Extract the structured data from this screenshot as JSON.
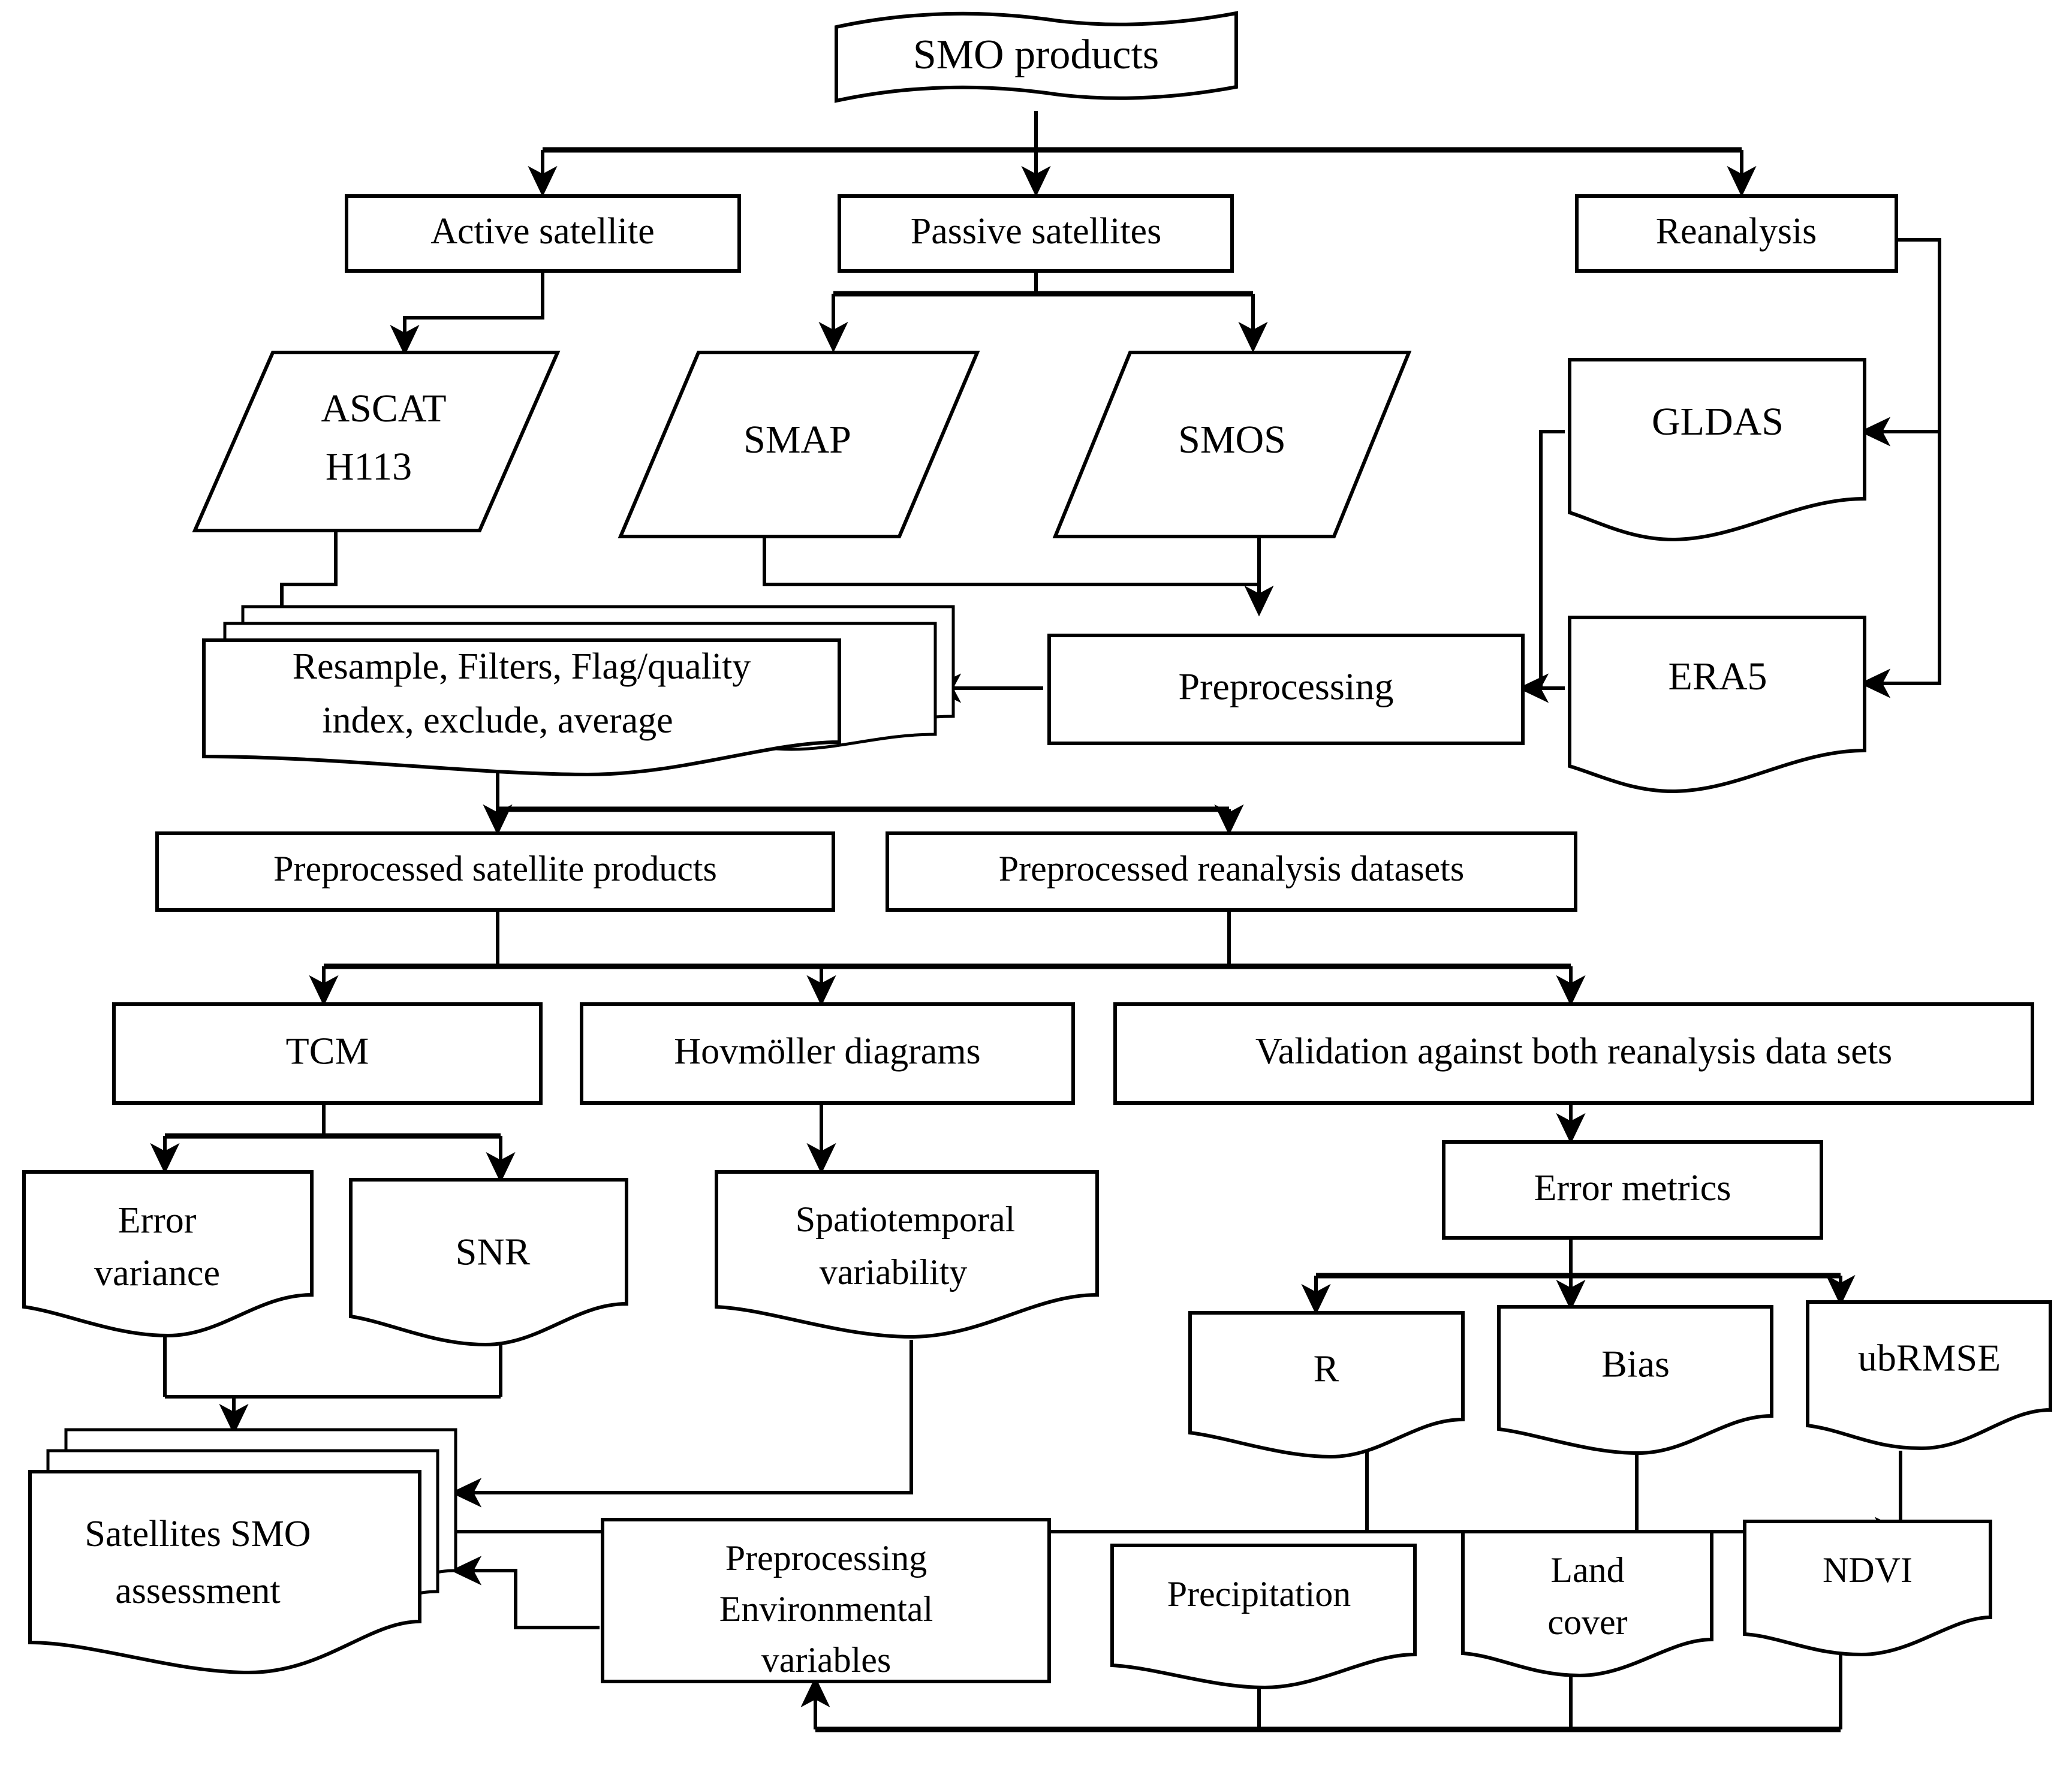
{
  "diagram": {
    "title": "SMO products processing and validation flowchart",
    "colors": {
      "stroke": "#000000",
      "fill": "#ffffff",
      "background": "#ffffff"
    },
    "nodes": {
      "smo_products": "SMO products",
      "active_satellite": "Active satellite",
      "passive_satellites": "Passive satellites",
      "reanalysis": "Reanalysis",
      "ascat_line1": "ASCAT",
      "ascat_line2": "H113",
      "smap": "SMAP",
      "smos": "SMOS",
      "gldas": "GLDAS",
      "era5": "ERA5",
      "resample_line1": "Resample, Filters, Flag/quality",
      "resample_line2": "index, exclude, average",
      "preprocessing": "Preprocessing",
      "preprocessed_satellite": "Preprocessed  satellite products",
      "preprocessed_reanalysis": "Preprocessed reanalysis datasets",
      "tcm": "TCM",
      "hovmoller": "Hovmöller diagrams",
      "validation": "Validation against both reanalysis data sets",
      "error_variance_line1": "Error",
      "error_variance_line2": "variance",
      "snr": "SNR",
      "spatiotemporal_line1": "Spatiotemporal",
      "spatiotemporal_line2": "variability",
      "error_metrics": "Error metrics",
      "r": "R",
      "bias": "Bias",
      "ubrmse": "ubRMSE",
      "satellites_assessment_line1": "Satellites SMO",
      "satellites_assessment_line2": "assessment",
      "preproc_env_line1": "Preprocessing",
      "preproc_env_line2": "Environmental",
      "preproc_env_line3": "variables",
      "precipitation": "Precipitation",
      "land_cover_line1": "Land",
      "land_cover_line2": "cover",
      "ndvi": "NDVI"
    }
  }
}
